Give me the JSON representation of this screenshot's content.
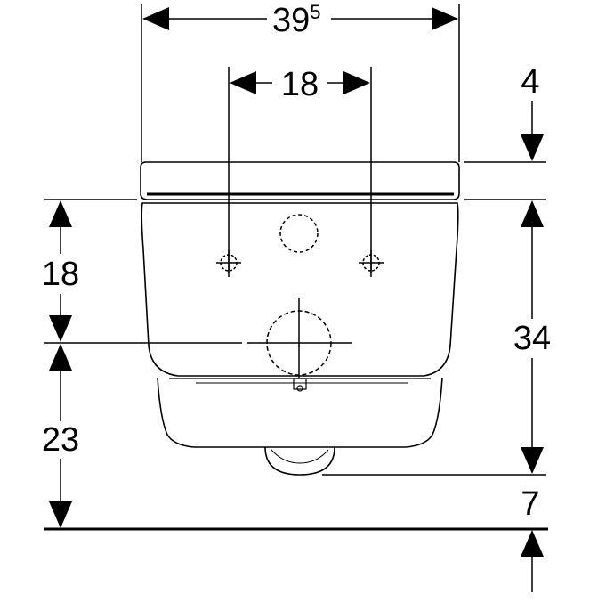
{
  "dimensions": {
    "overall_width": {
      "main": "39",
      "superscript": "5"
    },
    "fixing_distance": "18",
    "lid_height": "4",
    "fixing_height_above_outlet": "18",
    "bowl_height": "34",
    "outlet_height_above_floor": "23",
    "bottom_clearance": "7"
  }
}
